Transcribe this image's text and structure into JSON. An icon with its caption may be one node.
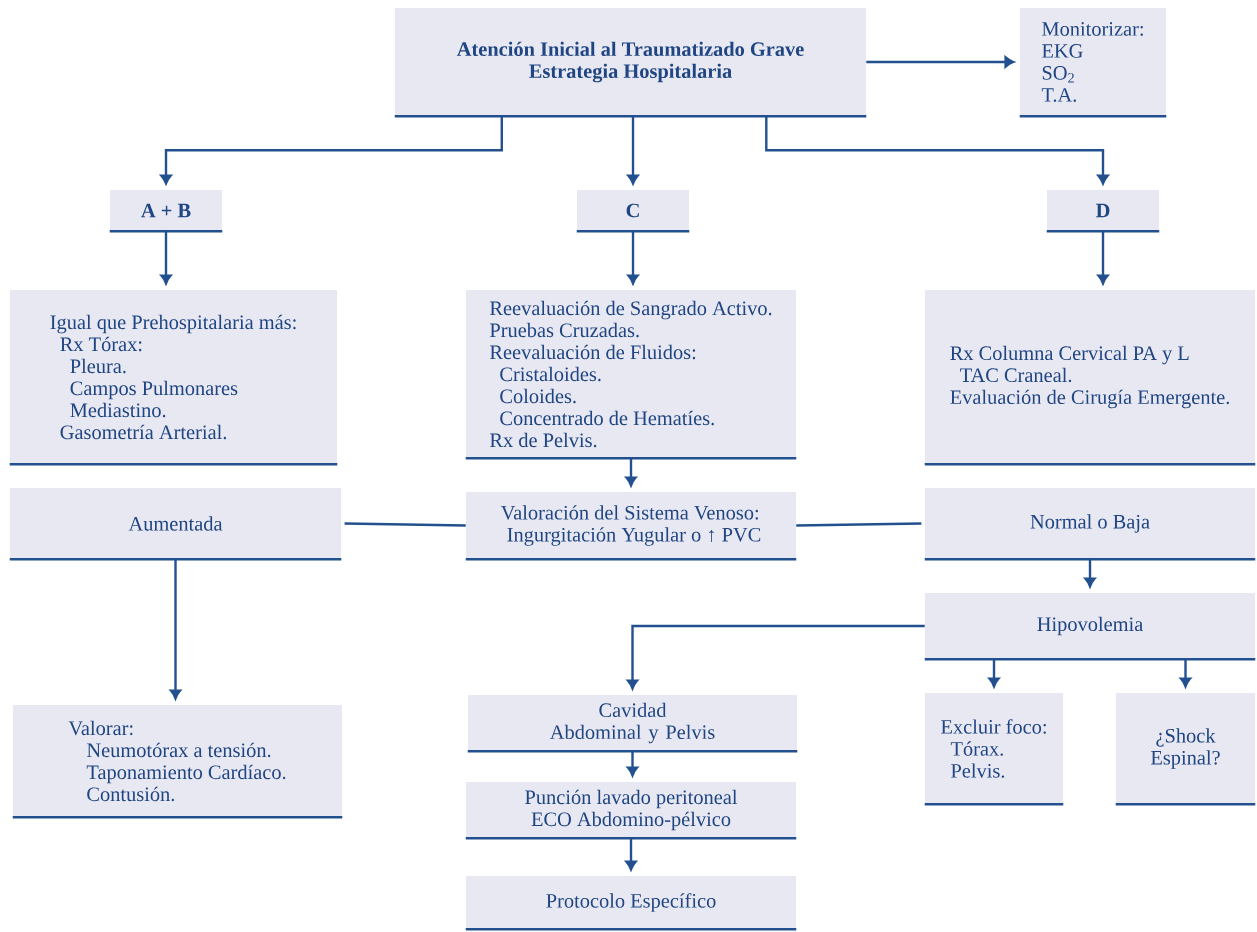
{
  "diagram": {
    "nodes": [
      {
        "text": [
          "Atención Inicial al Traumatizado Grave",
          "Estrategia Hospitalaria"
        ]
      },
      {
        "text": [
          "Monitorizar:",
          "EKG",
          "SO$_{2}$",
          "T.A."
        ]
      },
      {
        "text": [
          "A + B"
        ]
      },
      {
        "text": [
          "C"
        ]
      },
      {
        "text": [
          "D"
        ]
      },
      {
        "text": [
          "Igual que Prehospitalaria más:",
          "Rx Tórax:",
          "Pleura.",
          "Campos Pulmonares",
          "Mediastino.",
          "Gasometría Arterial."
        ]
      },
      {
        "text": [
          "Reevaluación de Sangrado Activo.",
          "Pruebas Cruzadas.",
          "Reevaluación de Fluidos:",
          "Cristaloides.",
          "Coloides.",
          "Concentrado de Hematíes.",
          "Rx de Pelvis."
        ]
      },
      {
        "text": [
          "Rx Columna Cervical PA y L",
          "TAC Craneal.",
          "Evaluación de Cirugía Emergente."
        ]
      },
      {
        "text": [
          "Aumentada"
        ]
      },
      {
        "text": [
          "Valoración del Sistema Venoso:",
          "Ingurgitación Yugular o ↑ PVC"
        ]
      },
      {
        "text": [
          "Normal o Baja"
        ]
      },
      {
        "text": [
          "Valorar:",
          "Neumotórax a tensión.",
          "Taponamiento Cardíaco.",
          "Contusión."
        ]
      },
      {
        "text": [
          "Hipovolemia"
        ]
      },
      {
        "text": [
          "Cavidad Abdominal y Pelvis"
        ]
      },
      {
        "text": [
          "Punción lavado peritoneal",
          "ECO Abdomino-pélvico"
        ]
      },
      {
        "text": [
          "Protocolo Específico"
        ]
      },
      {
        "text": [
          "Excluir foco:",
          "Tórax.",
          "Pelvis."
        ]
      },
      {
        "text": [
          "¿Shock Espinal?"
        ]
      }
    ],
    "edges": [
      {
        "from": 0,
        "to": 1,
        "arrow": "to"
      },
      {
        "from": 0,
        "to": 2,
        "arrow": "to"
      },
      {
        "from": 0,
        "to": 3,
        "arrow": "to"
      },
      {
        "from": 0,
        "to": 4,
        "arrow": "to"
      },
      {
        "from": 2,
        "to": 5,
        "arrow": "to"
      },
      {
        "from": 3,
        "to": 6,
        "arrow": "to"
      },
      {
        "from": 4,
        "to": 7,
        "arrow": "to"
      },
      {
        "from": 6,
        "to": 9,
        "arrow": "to"
      },
      {
        "from": 9,
        "to": 8,
        "arrow": "none"
      },
      {
        "from": 9,
        "to": 10,
        "arrow": "none"
      },
      {
        "from": 8,
        "to": 11,
        "arrow": "to"
      },
      {
        "from": 10,
        "to": 12,
        "arrow": "to"
      },
      {
        "from": 12,
        "to": 13,
        "arrow": "to"
      },
      {
        "from": 13,
        "to": 14,
        "arrow": "to"
      },
      {
        "from": 14,
        "to": 15,
        "arrow": "to"
      },
      {
        "from": 12,
        "to": 16,
        "arrow": "to"
      },
      {
        "from": 12,
        "to": 17,
        "arrow": "to"
      }
    ]
  }
}
